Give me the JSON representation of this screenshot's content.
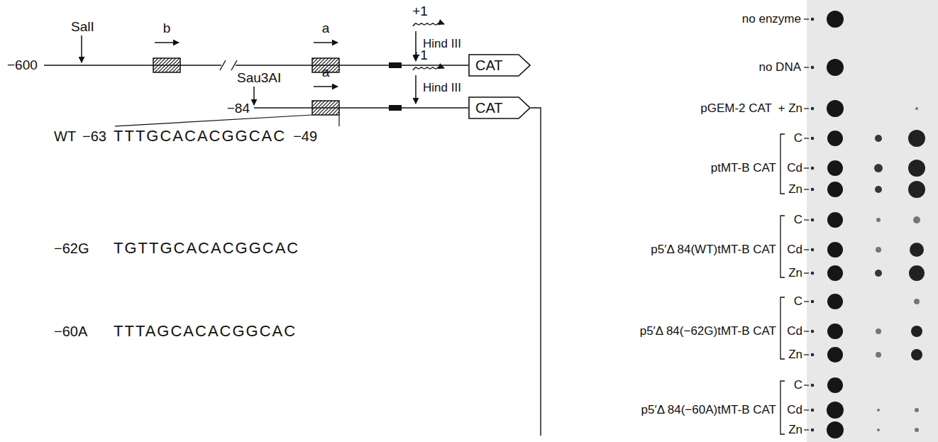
{
  "diagram": {
    "nodes": [
      {
        "text": [
          "CAT"
        ]
      },
      {
        "text": [
          "CAT"
        ]
      }
    ],
    "labels": [
      "SalI",
      "b",
      "a",
      "+1",
      "Hind III",
      "−600",
      "Sau3AI",
      "a",
      "+1",
      "Hind III",
      "−84",
      "WT",
      "−63",
      "TTTGCACACGGCAC",
      "−49",
      "−62G",
      "TGTTGCACACGGCAC",
      "−60A",
      "TTTAGCACACGGCAC",
      "no enzyme",
      "no DNA",
      "pGEM-2 CAT",
      "+ Zn",
      "C",
      "Cd",
      "Zn",
      "ptMT-B CAT",
      "C",
      "Cd",
      "Zn",
      "p5′Δ 84(WT)tMT-B CAT",
      "C",
      "Cd",
      "Zn",
      "p5′Δ 84(−62G)tMT-B CAT",
      "C",
      "Cd",
      "Zn",
      "p5′Δ 84(−60A)tMT-B CAT"
    ]
  }
}
